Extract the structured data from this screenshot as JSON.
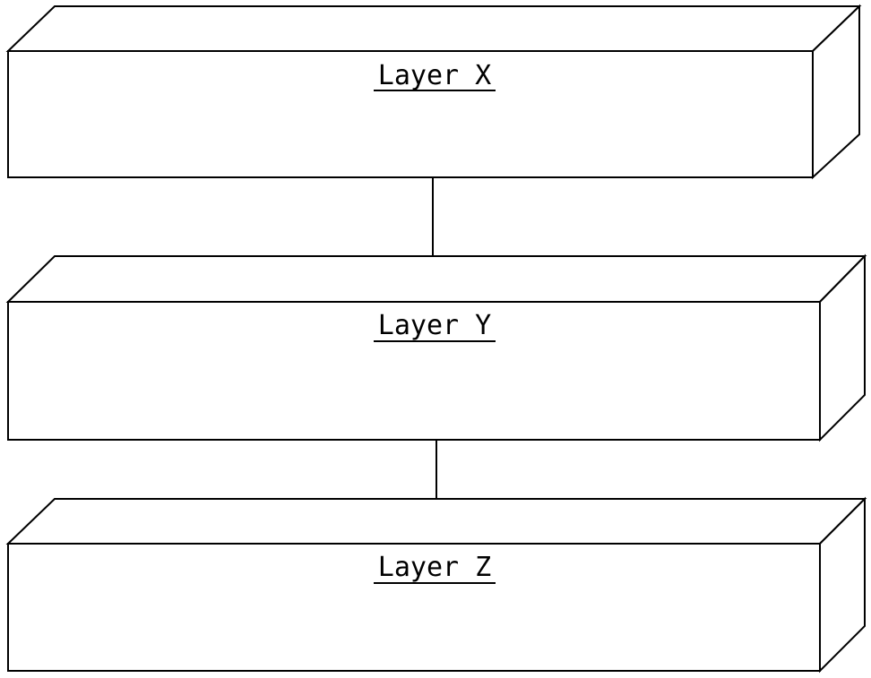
{
  "diagram": {
    "type": "deployment",
    "nodes": [
      {
        "id": "layer-x",
        "label": "Layer X"
      },
      {
        "id": "layer-y",
        "label": "Layer Y"
      },
      {
        "id": "layer-z",
        "label": "Layer Z"
      }
    ],
    "connections": [
      {
        "from": "layer-x",
        "to": "layer-y"
      },
      {
        "from": "layer-y",
        "to": "layer-z"
      }
    ]
  }
}
